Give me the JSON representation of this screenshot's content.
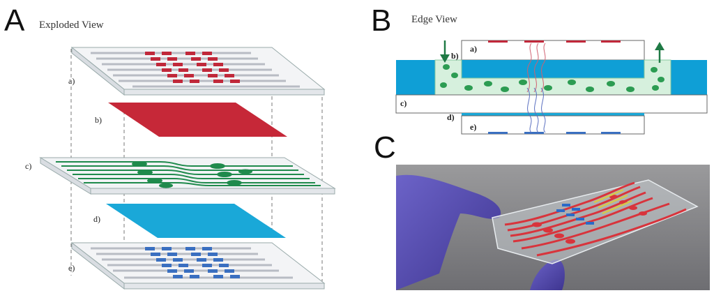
{
  "figure": {
    "panels": [
      {
        "letter": "A",
        "title": "Exploded View"
      },
      {
        "letter": "B",
        "title": "Edge View"
      },
      {
        "letter": "C",
        "title": ""
      }
    ],
    "exploded_labels": [
      "a)",
      "b)",
      "c)",
      "d)",
      "e)"
    ],
    "edge_labels": [
      "a)",
      "b)",
      "c)",
      "d)",
      "e)"
    ],
    "colors": {
      "electrode_red": "#c0283a",
      "membrane_red": "#c62838",
      "channel_green": "#1f8a4c",
      "membrane_blue": "#1aa8d8",
      "electrode_blue": "#3a6fc0",
      "fluid_green": "#d6f0dd",
      "glove_purple": "#5a4fb0"
    },
    "icons": [
      "inlet-arrow-icon",
      "outlet-arrow-icon"
    ]
  }
}
